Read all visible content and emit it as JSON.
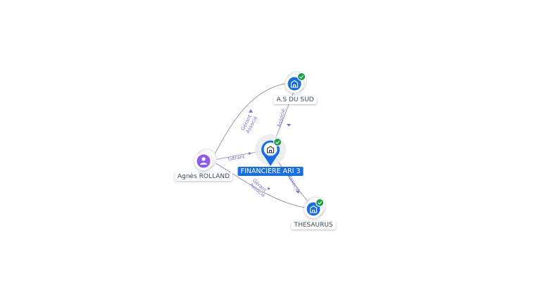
{
  "nodes": {
    "center": {
      "label": "FINANCIERE ARI 3"
    },
    "asdusud": {
      "label": "A.S DU SUD"
    },
    "person": {
      "label": "Agnès ROLLAND"
    },
    "thesaurus": {
      "label": "THESAURUS"
    }
  },
  "edges": {
    "person_asdusud": [
      "Gérant",
      "Associé"
    ],
    "person_center": "Gérant",
    "person_thesaurus": [
      "Gérant",
      "Associé"
    ],
    "center_asdusud": "Associé",
    "center_thesaurus": "Associé"
  },
  "colors": {
    "company": "#1a6fe0",
    "person": "#8b5ce8",
    "check": "#1e9e4a",
    "edge": "#7e8796"
  }
}
